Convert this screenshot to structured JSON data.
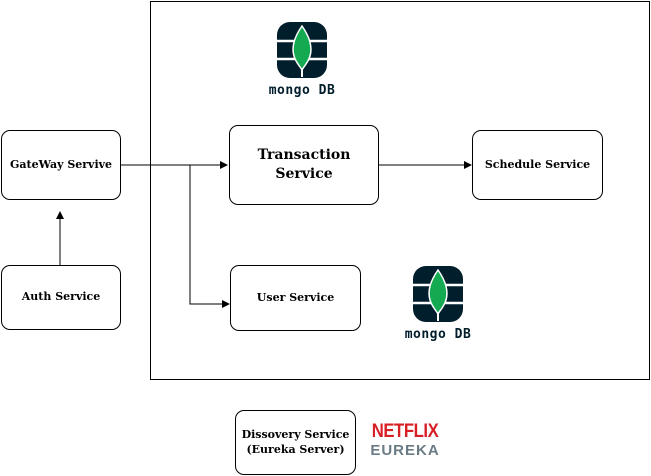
{
  "nodes": {
    "gateway": "GateWay Servive",
    "auth": "Auth Service",
    "transaction": "Transaction Service",
    "schedule": "Schedule Service",
    "user": "User Service",
    "discovery": "Dissovery Service\n(Eureka Server)"
  },
  "logos": {
    "mongo_top": {
      "label": "mongo DB",
      "icon": "mongodb-leaf-database-icon"
    },
    "mongo_bottom": {
      "label": "mongo DB",
      "icon": "mongodb-leaf-database-icon"
    },
    "netflix_eureka": {
      "line1": "NETFLIX",
      "line2": "EUREKA"
    }
  },
  "edges": [
    {
      "from": "gateway",
      "to": "transaction"
    },
    {
      "from": "gateway",
      "to": "user"
    },
    {
      "from": "auth",
      "to": "gateway"
    },
    {
      "from": "transaction",
      "to": "schedule"
    }
  ],
  "colors": {
    "mongo_dark": "#001e2b",
    "mongo_green": "#13aa52",
    "netflix_red": "#d81f26",
    "eureka_gray": "#6b7b86"
  }
}
